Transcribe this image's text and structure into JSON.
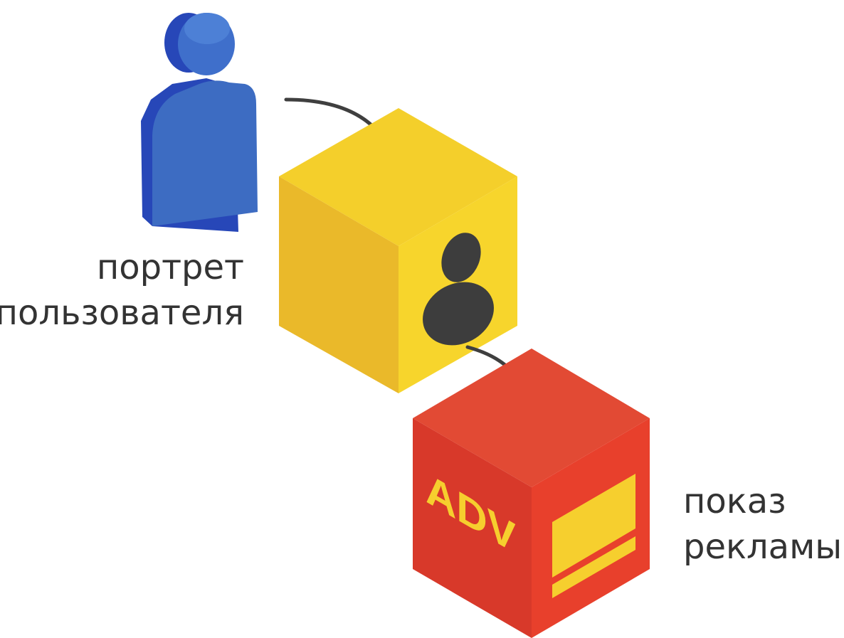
{
  "labels": {
    "user_portrait": [
      "портрет",
      "пользователя"
    ],
    "ad_display": [
      "показ",
      "рекламы"
    ]
  },
  "ad_box": {
    "text": "ADV"
  },
  "icons": {
    "person": "person-figure-icon",
    "user_glyph": "user-glyph-icon",
    "ad_banner": "ad-banner-icon"
  },
  "colors": {
    "person_blue_front": "#3d6cc2",
    "person_blue_side": "#2747b8",
    "yellow_top": "#f4cf2b",
    "yellow_left": "#eab92a",
    "yellow_right": "#f7d52c",
    "red_top": "#e24a34",
    "red_left": "#d8392a",
    "red_right": "#e8402c",
    "banner_yellow": "#f6cf2e",
    "connector": "#3f3f3f",
    "glyph_dark": "#3d3d3d",
    "label_text": "#333333"
  }
}
